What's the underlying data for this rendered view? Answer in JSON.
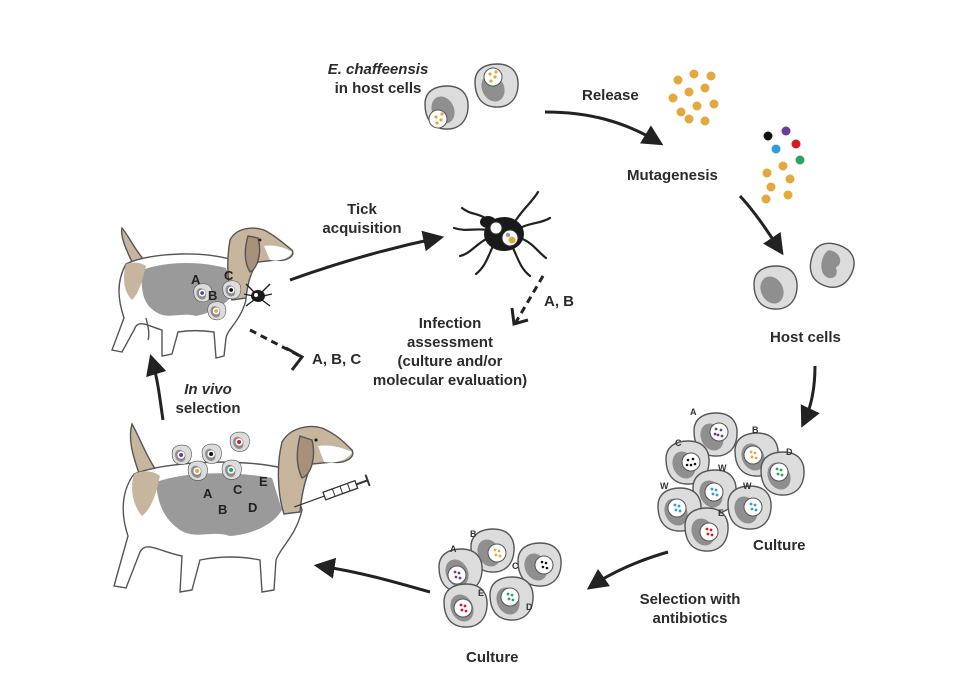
{
  "labels": {
    "e_chaffeensis_species": "E. chaffeensis",
    "e_chaffeensis_rest": "in host cells",
    "release": "Release",
    "mutagenesis": "Mutagenesis",
    "host_cells": "Host cells",
    "culture_top": "Culture",
    "selection_line1": "Selection with",
    "selection_line2": "antibiotics",
    "culture_bottom": "Culture",
    "in_vivo_italic": "In vivo",
    "in_vivo_rest": "selection",
    "tick_line1": "Tick",
    "tick_line2": "acquisition",
    "infection_line1": "Infection",
    "infection_line2": "assessment",
    "infection_line3": "(culture and/or",
    "infection_line4": "molecular evaluation)",
    "abc": "A, B, C",
    "ab": "A, B"
  },
  "cell_letters": {
    "a": "A",
    "b": "B",
    "c": "C",
    "d": "D",
    "e": "E",
    "w": "W"
  },
  "colors": {
    "arrow": "#222222",
    "cell_fill": "#d9d9d9",
    "nucleus": "#8f8f8f",
    "bacteria_orange": "#e3a93c",
    "mutant_black": "#111111",
    "mutant_purple": "#6a3d9a",
    "mutant_blue": "#2b9fd9",
    "mutant_red": "#d7191c",
    "mutant_green": "#2ca25f",
    "dog_tan": "#c8b59e",
    "dog_gray": "#9a9a9a"
  }
}
